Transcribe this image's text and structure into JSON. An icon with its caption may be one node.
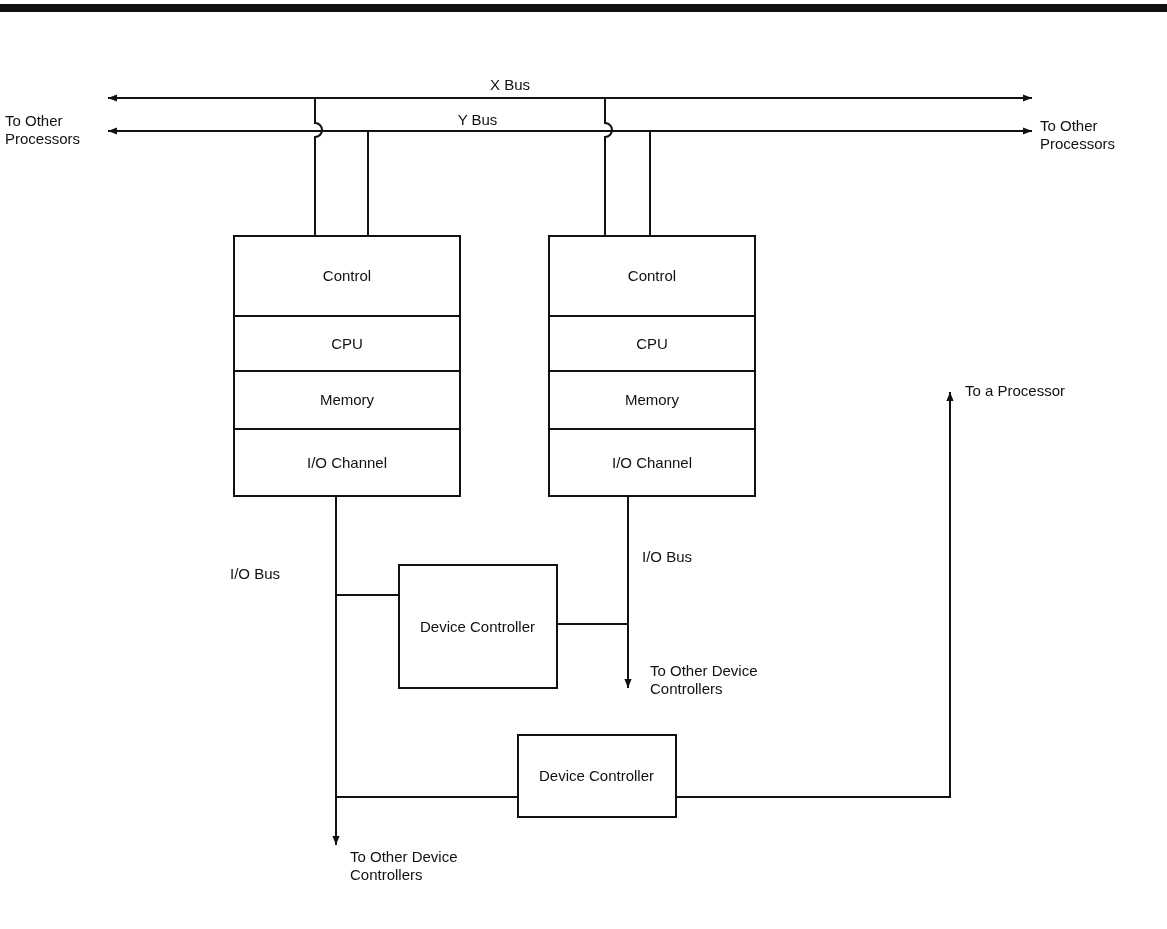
{
  "diagram": {
    "nodes": [
      {
        "text": [
          "To Other Processors"
        ]
      },
      {
        "text": [
          "X Bus"
        ]
      },
      {
        "text": [
          "Y Bus"
        ]
      },
      {
        "text": [
          "To Other Processors"
        ]
      },
      {
        "text": [],
        "shape": "box"
      },
      {
        "text": [
          "Control"
        ],
        "in": 4
      },
      {
        "text": [
          "CPU"
        ],
        "in": 4
      },
      {
        "text": [
          "Memory"
        ],
        "in": 4
      },
      {
        "text": [
          "I/O Channel"
        ],
        "in": 4
      },
      {
        "text": [],
        "shape": "box"
      },
      {
        "text": [
          "Control"
        ],
        "in": 9
      },
      {
        "text": [
          "CPU"
        ],
        "in": 9
      },
      {
        "text": [
          "Memory"
        ],
        "in": 9
      },
      {
        "text": [
          "I/O Channel"
        ],
        "in": 9
      },
      {
        "text": [
          "Device Controller"
        ]
      },
      {
        "text": [
          "To Other Device Controllers"
        ]
      },
      {
        "text": [
          "To a Processor"
        ]
      },
      {
        "text": [
          "Device Controller"
        ]
      },
      {
        "text": [
          "To Other Device Controllers"
        ]
      }
    ],
    "edges": [
      {
        "from": 1,
        "to": 0,
        "arrow": "to"
      },
      {
        "from": 1,
        "to": 3,
        "arrow": "to"
      },
      {
        "from": 2,
        "to": 0,
        "arrow": "to"
      },
      {
        "from": 2,
        "to": 3,
        "arrow": "to"
      },
      {
        "from": 1,
        "to": 5,
        "arrow": "none"
      },
      {
        "from": 2,
        "to": 5,
        "arrow": "none"
      },
      {
        "from": 1,
        "to": 10,
        "arrow": "none"
      },
      {
        "from": 2,
        "to": 10,
        "arrow": "none"
      },
      {
        "from": 8,
        "to": 18,
        "label": "I/O Bus",
        "arrow": "to"
      },
      {
        "from": 8,
        "to": 14,
        "arrow": "none"
      },
      {
        "from": 8,
        "to": 17,
        "arrow": "none"
      },
      {
        "from": 13,
        "to": 15,
        "label": "I/O Bus",
        "arrow": "to"
      },
      {
        "from": 13,
        "to": 14,
        "arrow": "none"
      },
      {
        "from": 17,
        "to": 16,
        "arrow": "to"
      }
    ]
  }
}
